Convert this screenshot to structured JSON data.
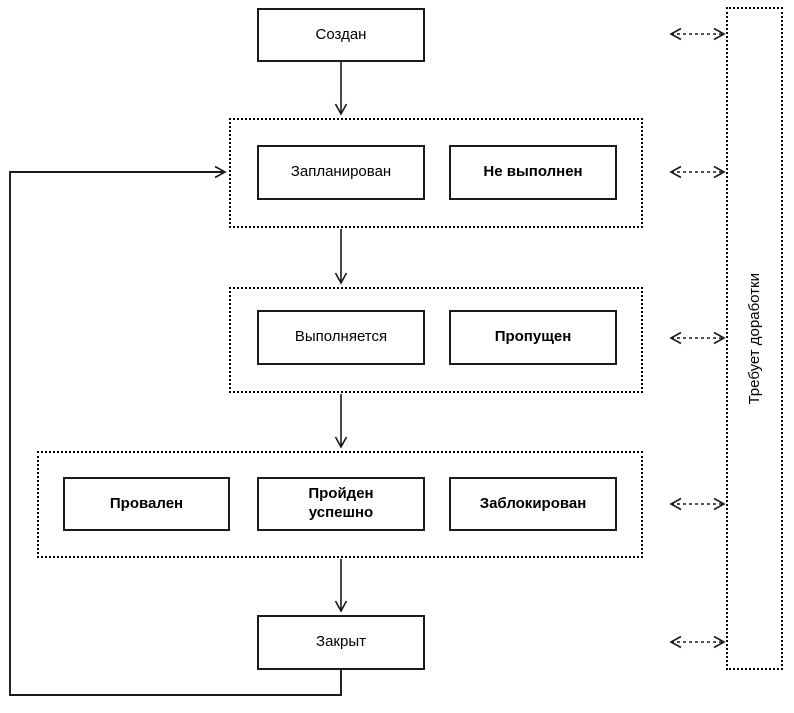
{
  "diagram": {
    "nodes": {
      "created": "Создан",
      "planned": "Запланирован",
      "not_executed": "Не выполнен",
      "in_progress": "Выполняется",
      "skipped": "Пропущен",
      "failed": "Провален",
      "passed_ok": "Пройден успешно",
      "blocked": "Заблокирован",
      "closed": "Закрыт",
      "needs_rework": "Требует доработки"
    },
    "groups": [
      {
        "id": "group-planned",
        "members": [
          "planned",
          "not_executed"
        ]
      },
      {
        "id": "group-executing",
        "members": [
          "in_progress",
          "skipped"
        ]
      },
      {
        "id": "group-result",
        "members": [
          "failed",
          "passed_ok",
          "blocked"
        ]
      }
    ],
    "edges": [
      {
        "from": "created",
        "to": "group-planned",
        "style": "solid-arrow"
      },
      {
        "from": "group-planned",
        "to": "group-executing",
        "style": "solid-arrow"
      },
      {
        "from": "group-executing",
        "to": "group-result",
        "style": "solid-arrow"
      },
      {
        "from": "group-result",
        "to": "closed",
        "style": "solid-arrow"
      },
      {
        "from": "closed",
        "to": "group-planned",
        "style": "solid-loop-arrow"
      },
      {
        "from": "created",
        "to": "needs_rework",
        "style": "dashed-double-arrow"
      },
      {
        "from": "group-planned",
        "to": "needs_rework",
        "style": "dashed-double-arrow"
      },
      {
        "from": "group-executing",
        "to": "needs_rework",
        "style": "dashed-double-arrow"
      },
      {
        "from": "group-result",
        "to": "needs_rework",
        "style": "dashed-double-arrow"
      },
      {
        "from": "closed",
        "to": "needs_rework",
        "style": "dashed-double-arrow"
      }
    ],
    "colors": {
      "line": "#1a1a1a",
      "dotted_line": "#000000",
      "text": "#000000",
      "background": "#ffffff"
    }
  }
}
